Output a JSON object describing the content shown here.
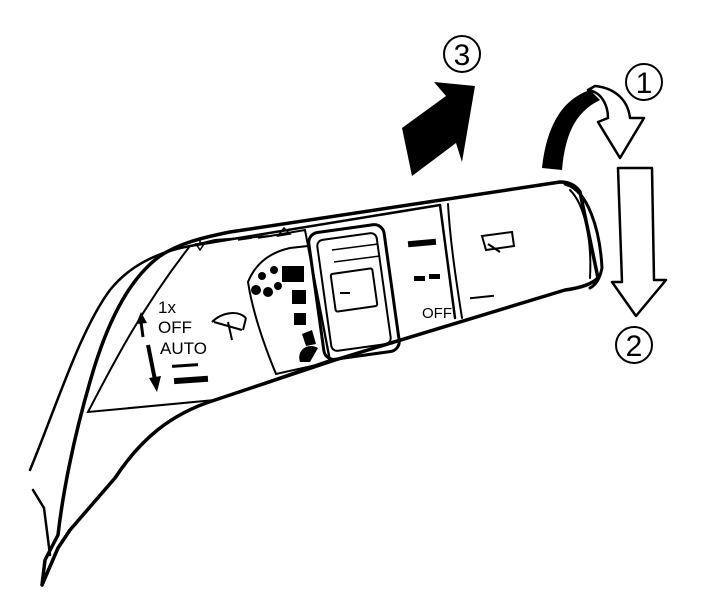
{
  "callouts": {
    "one": "1",
    "two": "2",
    "three": "3"
  },
  "left_panel": {
    "label_1x": "1x",
    "label_off": "OFF",
    "label_auto": "AUTO"
  },
  "rear_section": {
    "label_off": "OFF"
  },
  "colors": {
    "line": "#000000",
    "background": "#ffffff"
  },
  "icons": [
    "wiper-icon",
    "rear-wiper-icon",
    "rain-drop-icon",
    "up-arrow-icon",
    "down-arrow-icon"
  ]
}
